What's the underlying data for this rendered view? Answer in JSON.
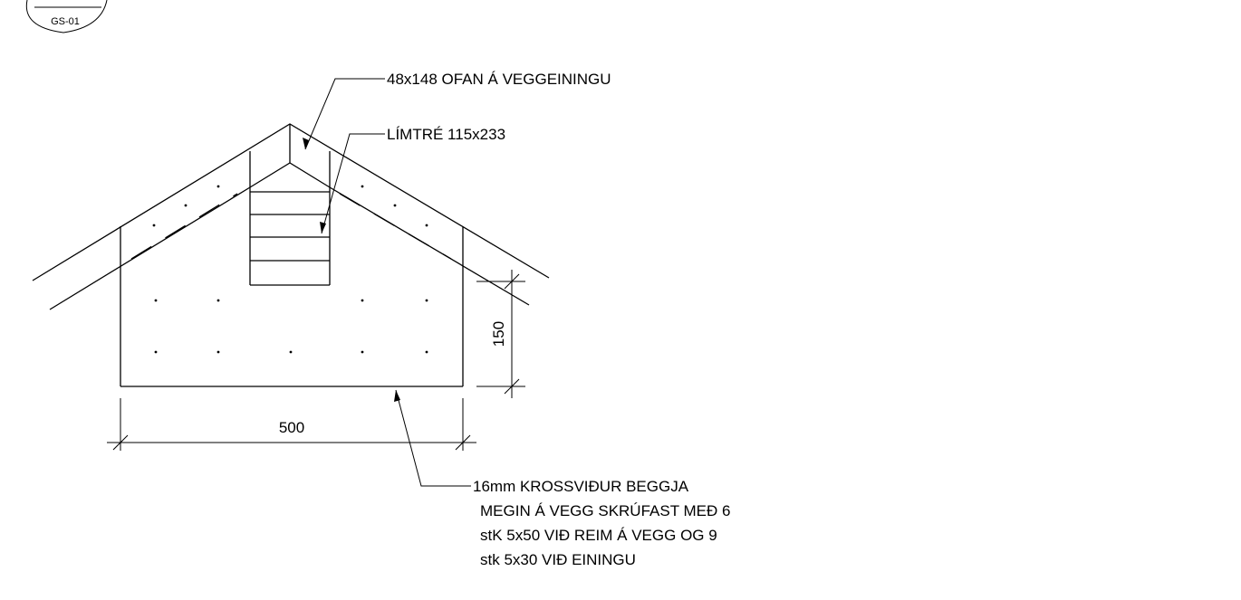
{
  "detail_tag": "GS-01",
  "labels": {
    "top_plate": "48x148 OFAN Á VEGGEININGU",
    "glulam": "LÍMTRÉ 115x233",
    "plywood_lines": [
      "16mm KROSSVIÐUR BEGGJA",
      "MEGIN Á VEGG SKRÚFAST MEÐ 6",
      "stK 5x50 VIÐ REIM Á VEGG OG 9",
      "stk 5x30 VIÐ EININGU"
    ]
  },
  "dimensions": {
    "width": "500",
    "height": "150"
  }
}
